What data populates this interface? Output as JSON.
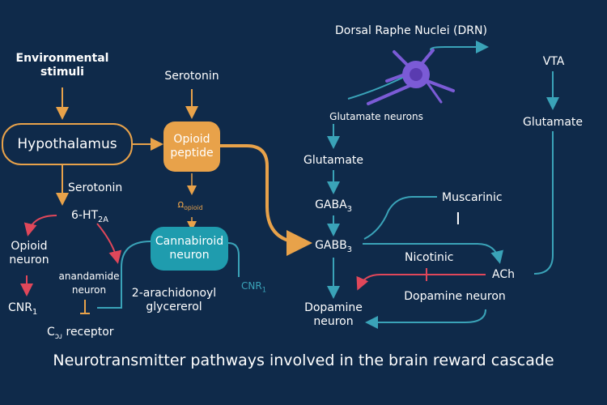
{
  "labels": {
    "environmental_stimuli_1": "Environmental",
    "environmental_stimuli_2": "stimuli",
    "hypothalamus": "Hypothalamus",
    "serotonin_top": "Serotonin",
    "opioid_peptide_1": "Opioid",
    "opioid_peptide_2": "peptide",
    "serotonin_left": "Serotonin",
    "ht2a": "6-HT",
    "ht2a_sub": "2A",
    "opioid_symbol": "ꭥ",
    "opioid_sub": "opioid",
    "opioid_neuron_1": "Opioid",
    "opioid_neuron_2": "neuron",
    "anandamide_1": "anandamide",
    "anandamide_2": "neuron",
    "cnr1_left": "CNR",
    "cnr1_left_sub": "1",
    "c_receptor": "C",
    "c_receptor_sub": "ᴐᴊ",
    "c_receptor_suffix": " receptor",
    "cannabiroid_1": "Cannabiroid",
    "cannabiroid_2": "neuron",
    "cnr1_right": "CNR",
    "cnr1_right_sub": "1",
    "ag_1": "2-arachidonoyl",
    "ag_2": "glycererol",
    "drn": "Dorsal Raphe Nuclei (DRN)",
    "glutamate_neurons": "Glutamate neurons",
    "glutamate_mid": "Glutamate",
    "gaba3": "GABA",
    "gaba3_sub": "3",
    "gabb3": "GABB",
    "gabb3_sub": "3",
    "muscarinic": "Muscarinic",
    "muscarinic_symbol": "I",
    "nicotinic": "Nicotinic",
    "ach": "ACh",
    "dopamine_neuron_right": "Dopamine neuron",
    "dopamine_neuron_1": "Dopamine",
    "dopamine_neuron_2": "neuron",
    "vta": "VTA",
    "glutamate_right": "Glutamate"
  },
  "caption": "Neurotransmitter pathways involved in the brain reward cascade",
  "colors": {
    "background": "#0f2a4a",
    "orange": "#e8a24a",
    "teal": "#3aa3b8",
    "red": "#e0475a",
    "purple": "#7b5bd6"
  }
}
